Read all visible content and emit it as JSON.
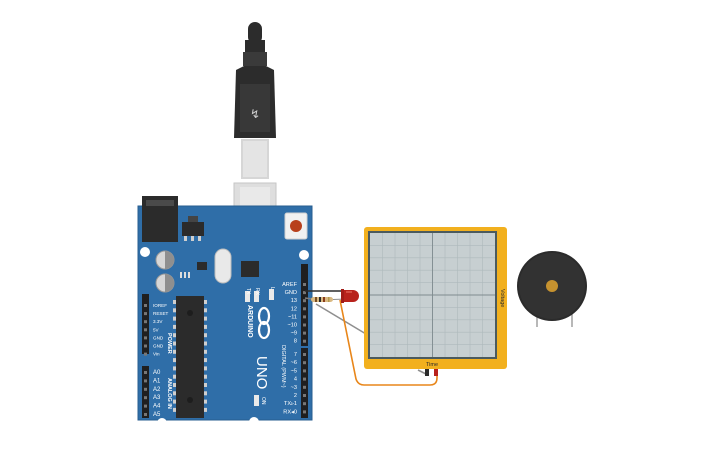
{
  "board": {
    "brand": "ARDUINO",
    "model": "UNO",
    "on_label": "ON",
    "tx_label": "TX",
    "rx_label": "RX",
    "l_label": "L",
    "power_header": "POWER",
    "analog_header": "ANALOG IN",
    "digital_header": "DIGITAL (PWM~)",
    "power_pins": [
      "IOREF",
      "RESET",
      "3.3V",
      "5V",
      "GND",
      "GND",
      "Vin"
    ],
    "analog_pins": [
      "A0",
      "A1",
      "A2",
      "A3",
      "A4",
      "A5"
    ],
    "digital_pins_top": [
      "AREF",
      "GND",
      "13",
      "12",
      "~11",
      "~10",
      "~9",
      "8"
    ],
    "digital_pins_bottom": [
      "7",
      "~6",
      "~5",
      "4",
      "~3",
      "2",
      "TX▹1",
      "RX◂0"
    ]
  },
  "oscilloscope": {
    "x_label": "Time",
    "y_label": "Voltage"
  },
  "colors": {
    "board": "#2f6ea8",
    "scope_frame": "#f2b01e",
    "wire_orange": "#e8861a",
    "led": "#b8221c",
    "cable": "#2c2c2c"
  }
}
